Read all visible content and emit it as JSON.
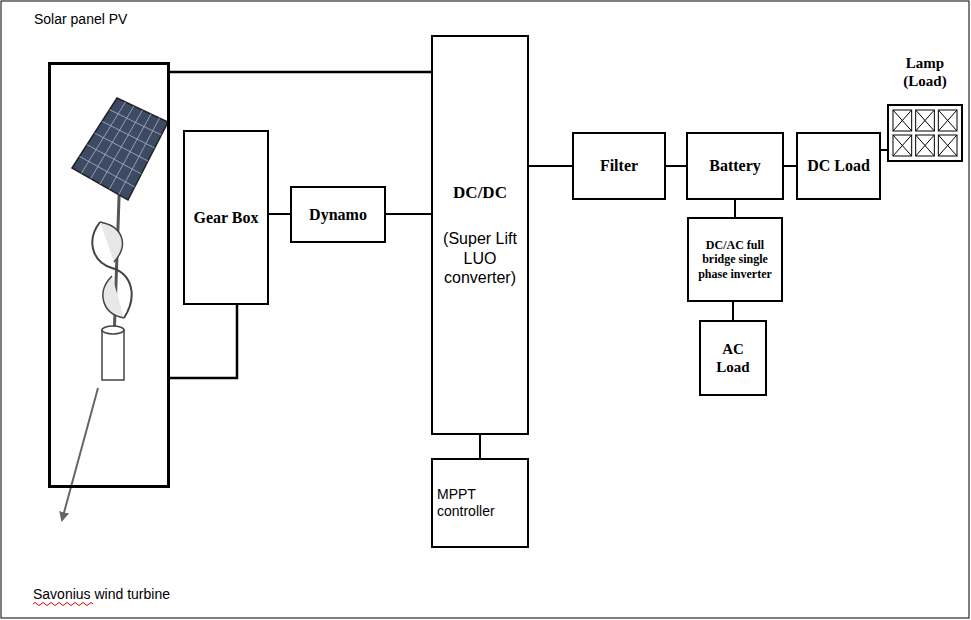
{
  "diagram": {
    "nodes": [
      {
        "text": [
          "Solar panel PV"
        ]
      },
      {
        "text": [
          "Gear Box"
        ]
      },
      {
        "text": [
          "Dynamo"
        ]
      },
      {
        "text": [
          "DC/DC",
          "(Super Lift LUO converter)"
        ]
      },
      {
        "text": [
          "MPPT controller"
        ]
      },
      {
        "text": [
          "Filter"
        ]
      },
      {
        "text": [
          "Battery"
        ]
      },
      {
        "text": [
          "DC Load"
        ]
      },
      {
        "text": [
          "Lamp (Load)"
        ]
      },
      {
        "text": [
          "DC/AC full bridge single phase inverter"
        ]
      },
      {
        "text": [
          "AC Load"
        ]
      }
    ],
    "edges": [
      {
        "from": 0,
        "to": 3,
        "arrow": "none"
      },
      {
        "from": 0,
        "to": 1,
        "arrow": "none"
      },
      {
        "from": 1,
        "to": 2,
        "arrow": "none"
      },
      {
        "from": 2,
        "to": 3,
        "arrow": "none"
      },
      {
        "from": 3,
        "to": 4,
        "arrow": "none"
      },
      {
        "from": 3,
        "to": 5,
        "arrow": "none"
      },
      {
        "from": 5,
        "to": 6,
        "arrow": "none"
      },
      {
        "from": 6,
        "to": 7,
        "arrow": "none"
      },
      {
        "from": 7,
        "to": 8,
        "arrow": "none"
      },
      {
        "from": 6,
        "to": 9,
        "arrow": "none"
      },
      {
        "from": 9,
        "to": 10,
        "arrow": "none"
      }
    ],
    "labels": [
      "Savonius wind turbine"
    ]
  }
}
